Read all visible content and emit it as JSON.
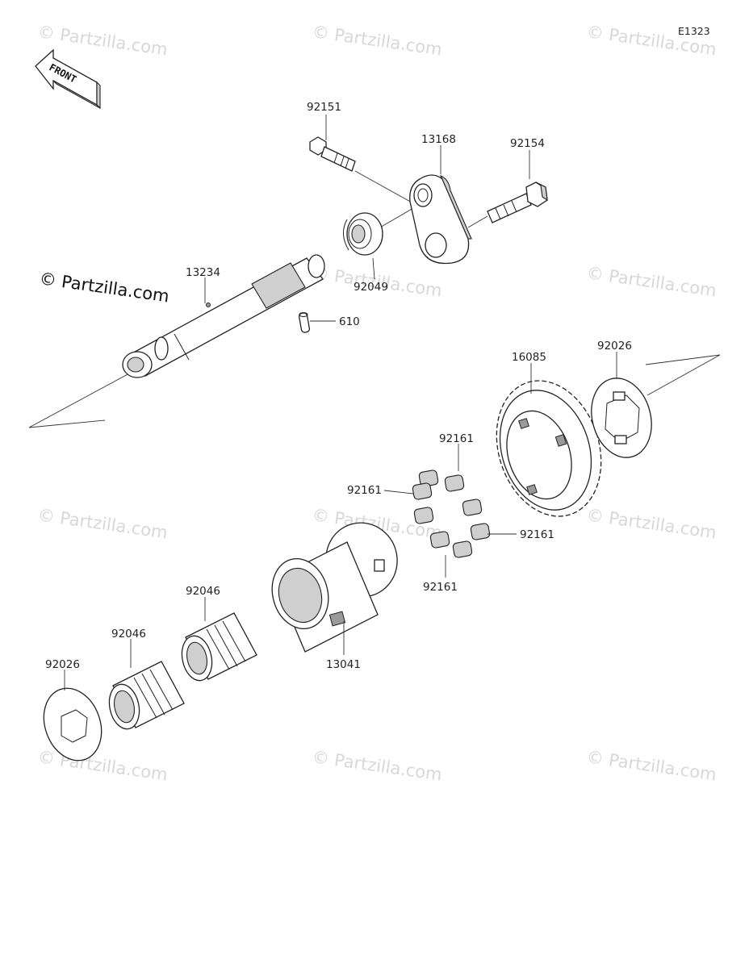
{
  "diagram_code": "E1323",
  "front_label": "FRONT",
  "watermark_text": "© Partzilla.com",
  "copyright_text": "© Partzilla.com",
  "parts": {
    "p92151": "92151",
    "p13168": "13168",
    "p92154": "92154",
    "p92049": "92049",
    "p13234": "13234",
    "p610": "610",
    "p16085": "16085",
    "p92026_top": "92026",
    "p92161_a": "92161",
    "p92161_b": "92161",
    "p92161_c": "92161",
    "p92161_d": "92161",
    "p92046_a": "92046",
    "p92046_b": "92046",
    "p13041": "13041",
    "p92026_bottom": "92026"
  },
  "colors": {
    "line": "#222222",
    "watermark": "#d8d8d8",
    "background": "#ffffff"
  }
}
